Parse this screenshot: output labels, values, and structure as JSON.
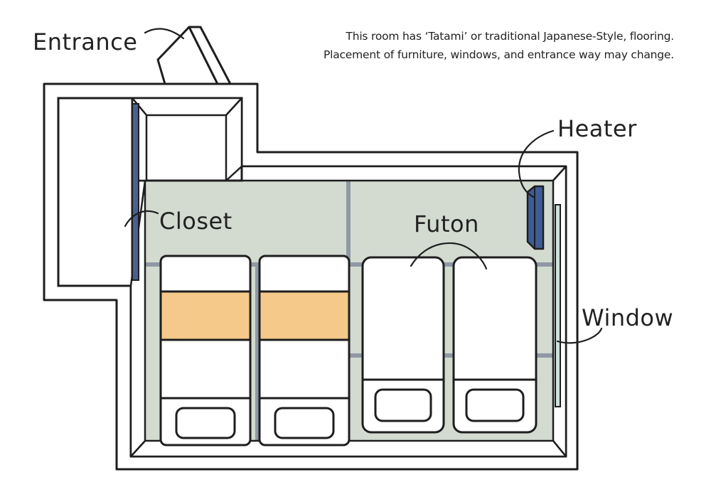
{
  "note": {
    "line1": "This room has ‘Tatami’ or traditional Japanese-Style, flooring.",
    "line2": "Placement of furniture, windows, and entrance way may change."
  },
  "labels": {
    "entrance": "Entrance",
    "heater": "Heater",
    "closet": "Closet",
    "futon": "Futon",
    "window": "Window"
  },
  "colors": {
    "tatami": "#d3dbd1",
    "tatami_seam": "#8f98a3",
    "closet_door": "#4a6091",
    "heater": "#3e5c96",
    "futon_band": "#f4c98a",
    "window": "#cfe0dc",
    "outline": "#1e1e1e"
  },
  "icons": {
    "entrance": "door-icon",
    "heater": "heater-icon",
    "window": "window-icon",
    "futon": "futon-icon"
  }
}
